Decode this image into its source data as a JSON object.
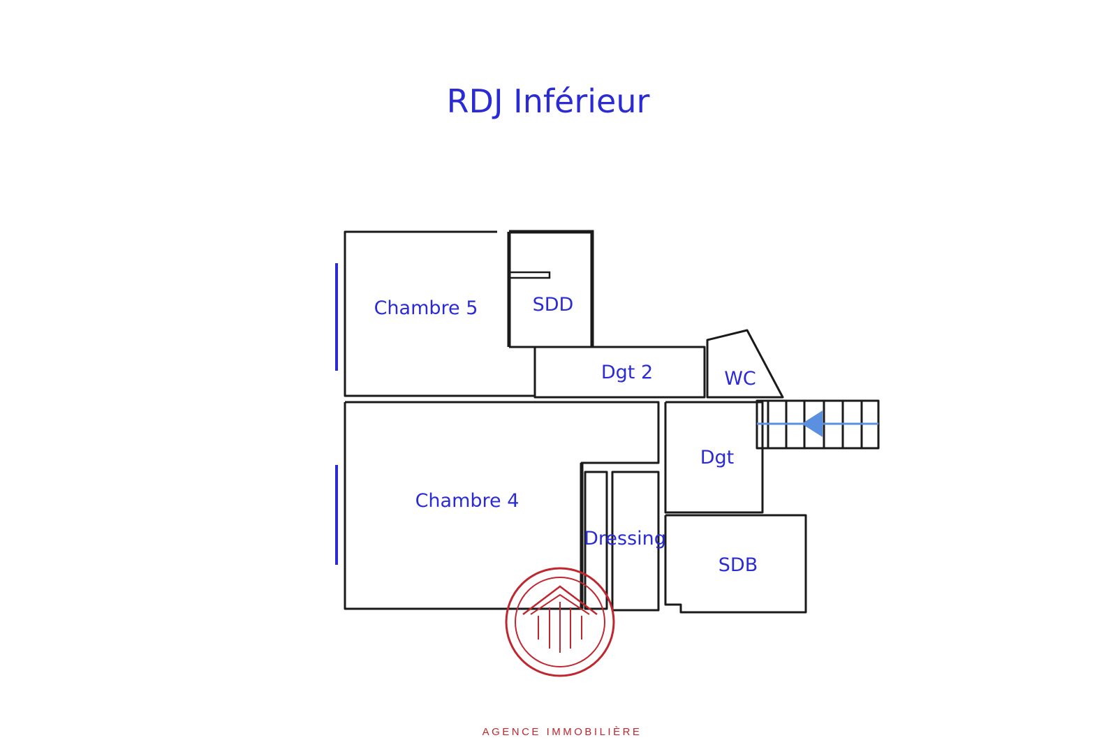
{
  "title": "RDJ Inférieur",
  "rooms": {
    "chambre5": "Chambre 5",
    "sdd": "SDD",
    "dgt2": "Dgt 2",
    "wc": "WC",
    "chambre4": "Chambre 4",
    "dressing": "Dressing",
    "dgt": "Dgt",
    "sdb": "SDB"
  },
  "logo": {
    "name": "agency-logo",
    "caption": "AGENCE IMMOBILIÈRE"
  },
  "colors": {
    "label": "#2b2bd6",
    "title": "#2b2bd6",
    "window": "#2b2bd6",
    "stair_arrow": "#5b8fe0",
    "logo": "#c0262e",
    "wall": "#1a1a1a"
  }
}
